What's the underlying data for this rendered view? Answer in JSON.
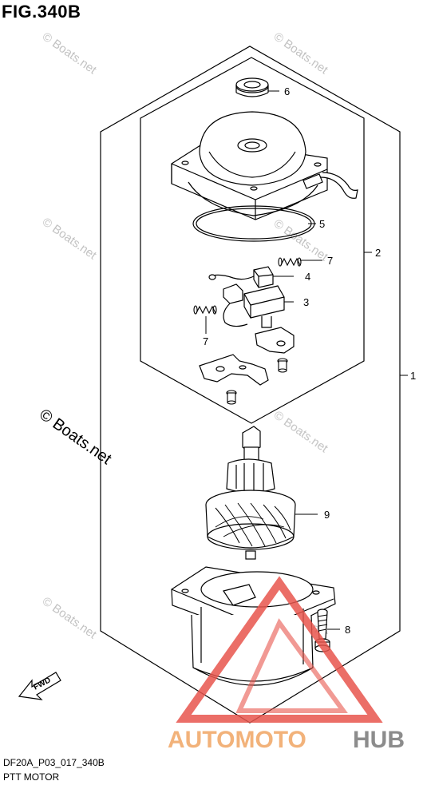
{
  "figure": {
    "title": "FIG.340B",
    "code": "DF20A_P03_017_340B",
    "name": "PTT MOTOR"
  },
  "callouts": [
    "1",
    "2",
    "3",
    "4",
    "5",
    "6",
    "7",
    "7",
    "8",
    "9"
  ],
  "watermark": {
    "text": "© Boats.net",
    "brand_left": "AUTOMOTO",
    "brand_right": "HUB",
    "brand_left_color": "#f2b27a",
    "brand_right_color": "#8c8c8c",
    "logo_color": "#e8554d"
  },
  "direction_label": "FWD"
}
